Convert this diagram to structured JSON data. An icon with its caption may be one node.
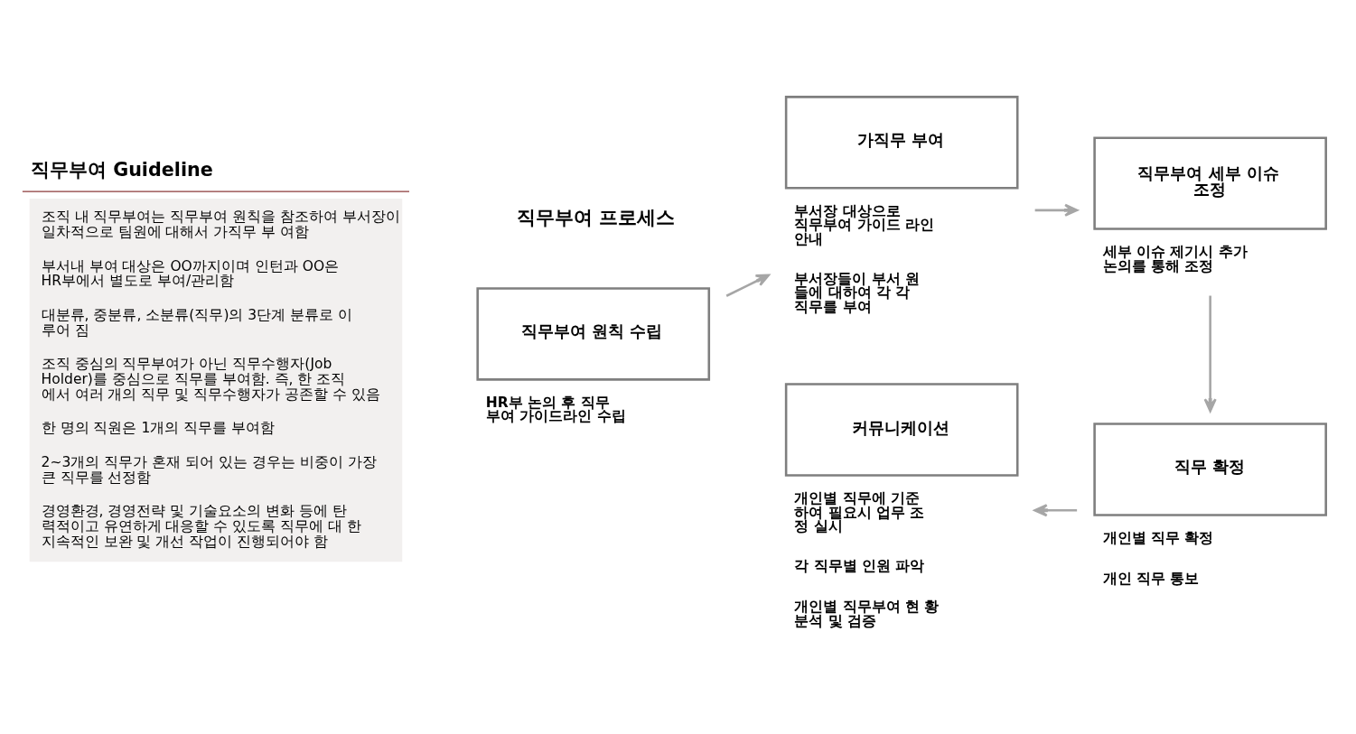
{
  "diagram": {
    "nodes": [
      {
        "text": [
          "직무부여 Guideline",
          "조직 내 직무부여는 직무부여 원칙을 참조하여 부서장이 일차적으로 팀원에 대해서 가직무 부 여함",
          "부서내 부여 대상은 OO까지이며 인턴과 OO은 HR부에서 별도로 부여/관리함",
          "대분류, 중분류, 소분류(직무)의 3단계 분류로 이 루어 짐",
          "조직 중심의 직무부여가 아닌 직무수행자(Job Holder)를 중심으로 직무를 부여함. 즉, 한 조직 에서 여러 개의 직무 및 직무수행자가 공존할 수 있음",
          "한 명의 직원은 1개의 직무를 부여함",
          "2~3개의 직무가 혼재 되어 있는 경우는 비중이 가장 큰 직무를 선정함",
          "경영환경, 경영전략 및 기술요소의 변화 등에 탄 력적이고 유연하게 대응할 수 있도록 직무에 대 한 지속적인 보완 및 개선 작업이 진행되어야 함"
        ]
      },
      {
        "text": [
          "직무부여 원칙 수립"
        ],
        "beside": [
          "HR부 논의 후 직무 부여 가이드라인 수립"
        ]
      },
      {
        "text": [
          "가직무 부여"
        ],
        "beside": [
          "부서장 대상으로 직무부여 가이드 라인 안내",
          "부서장들이 부서 원 들에 대하여 각 각 직무를 부여"
        ]
      },
      {
        "text": [
          "직무부여 세부 이슈 조정"
        ],
        "beside": [
          "세부 이슈 제기시 추가 논의를 통해 조정"
        ]
      },
      {
        "text": [
          "커뮤니케이션"
        ],
        "beside": [
          "개인별 직무에 기준 하여 필요시 업무 조 정 실시",
          "각 직무별 인원 파악",
          "개인별 직무부여 현 황 분석 및 검증"
        ]
      },
      {
        "text": [
          "직무 확정"
        ],
        "beside": [
          "개인별 직무 확정",
          "개인 직무 통보"
        ]
      }
    ],
    "edges": [
      {
        "from": 1,
        "to": 2,
        "arrow": "to"
      },
      {
        "from": 2,
        "to": 3,
        "arrow": "to"
      },
      {
        "from": 3,
        "to": 5,
        "arrow": "to"
      },
      {
        "from": 5,
        "to": 4,
        "arrow": "to"
      }
    ],
    "labels": [
      "직무부여 프로세스"
    ]
  }
}
